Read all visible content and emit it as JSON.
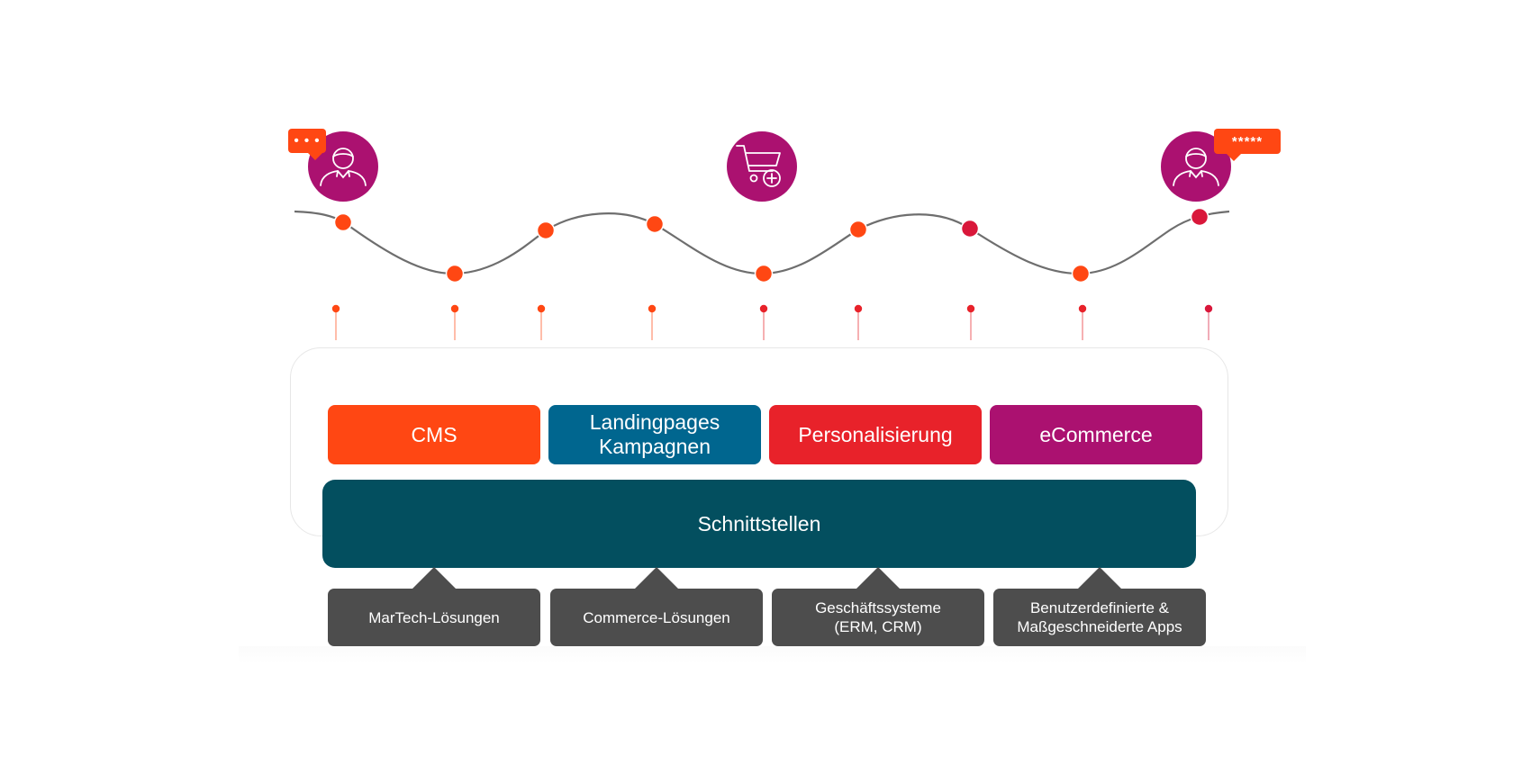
{
  "colors": {
    "orange": "#ff4713",
    "red": "#e8222a",
    "crimson": "#d9173a",
    "magenta": "#ab1170",
    "blue": "#00668f",
    "teal": "#034f5f",
    "gray_box": "#4d4d4d",
    "curve": "#6e6e6e"
  },
  "icons": {
    "left": "customer-person-icon",
    "center": "shopping-cart-add-icon",
    "right": "customer-person-icon"
  },
  "bubbles": {
    "left_text": "• • •",
    "right_text": "*****"
  },
  "modules": [
    {
      "label": "CMS",
      "color": "#ff4713"
    },
    {
      "label": "Landingpages\nKampagnen",
      "color": "#00668f"
    },
    {
      "label": "Personalisierung",
      "color": "#e8222a"
    },
    {
      "label": "eCommerce",
      "color": "#ab1170"
    }
  ],
  "interface_bar": {
    "label": "Schnittstellen",
    "color": "#034f5f"
  },
  "systems": [
    {
      "label": "MarTech-Lösungen"
    },
    {
      "label": "Commerce-Lösungen"
    },
    {
      "label": "Geschäftssysteme\n(ERM, CRM)"
    },
    {
      "label": "Benutzerdefinierte &\nMaßgeschneiderte Apps"
    }
  ],
  "journey_points": [
    {
      "color": "#ff4713"
    },
    {
      "color": "#ff4713"
    },
    {
      "color": "#ff4713"
    },
    {
      "color": "#ff4713"
    },
    {
      "color": "#ff4713"
    },
    {
      "color": "#ff4713"
    },
    {
      "color": "#d9173a"
    },
    {
      "color": "#ff4713"
    },
    {
      "color": "#d9173a"
    }
  ],
  "connector_pins": [
    {
      "color": "#ff4713"
    },
    {
      "color": "#ff4713"
    },
    {
      "color": "#ff4713"
    },
    {
      "color": "#ff4713"
    },
    {
      "color": "#e8222a"
    },
    {
      "color": "#e8222a"
    },
    {
      "color": "#e8222a"
    },
    {
      "color": "#e8222a"
    },
    {
      "color": "#d9173a"
    }
  ]
}
